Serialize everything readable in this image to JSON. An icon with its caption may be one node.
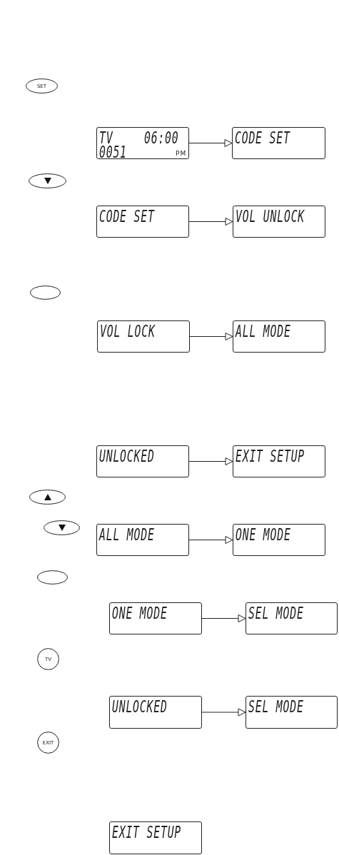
{
  "diagram": {
    "nodes": [
      {
        "text": [
          "SET"
        ]
      },
      {
        "text": [
          "TV",
          "06:00",
          "0051",
          "PM"
        ]
      },
      {
        "text": [
          "CODE SET"
        ]
      },
      {
        "text": [],
        "shape": "oval"
      },
      {
        "text": [
          "CODE SET"
        ]
      },
      {
        "text": [
          "VOL UNLOCK"
        ]
      },
      {
        "text": [],
        "shape": "oval"
      },
      {
        "text": [
          "VOL LOCK"
        ]
      },
      {
        "text": [
          "ALL MODE"
        ]
      },
      {
        "text": [
          "UNLOCKED"
        ]
      },
      {
        "text": [
          "EXIT SETUP"
        ]
      },
      {
        "text": [],
        "shape": "oval"
      },
      {
        "text": [],
        "shape": "oval"
      },
      {
        "text": [
          "ALL MODE"
        ]
      },
      {
        "text": [
          "ONE MODE"
        ]
      },
      {
        "text": [],
        "shape": "oval"
      },
      {
        "text": [
          "ONE MODE"
        ]
      },
      {
        "text": [
          "SEL MODE"
        ]
      },
      {
        "text": [
          "TV"
        ]
      },
      {
        "text": [
          "UNLOCKED"
        ]
      },
      {
        "text": [
          "SEL MODE"
        ]
      },
      {
        "text": [
          "EXIT"
        ]
      },
      {
        "text": [
          "EXIT SETUP"
        ]
      }
    ],
    "edges": [
      {
        "from": 1,
        "to": 2,
        "arrow": "to"
      },
      {
        "from": 4,
        "to": 5,
        "arrow": "to"
      },
      {
        "from": 7,
        "to": 8,
        "arrow": "to"
      },
      {
        "from": 9,
        "to": 10,
        "arrow": "to"
      },
      {
        "from": 13,
        "to": 14,
        "arrow": "to"
      },
      {
        "from": 16,
        "to": 17,
        "arrow": "to"
      },
      {
        "from": 19,
        "to": 20,
        "arrow": "to"
      }
    ]
  }
}
